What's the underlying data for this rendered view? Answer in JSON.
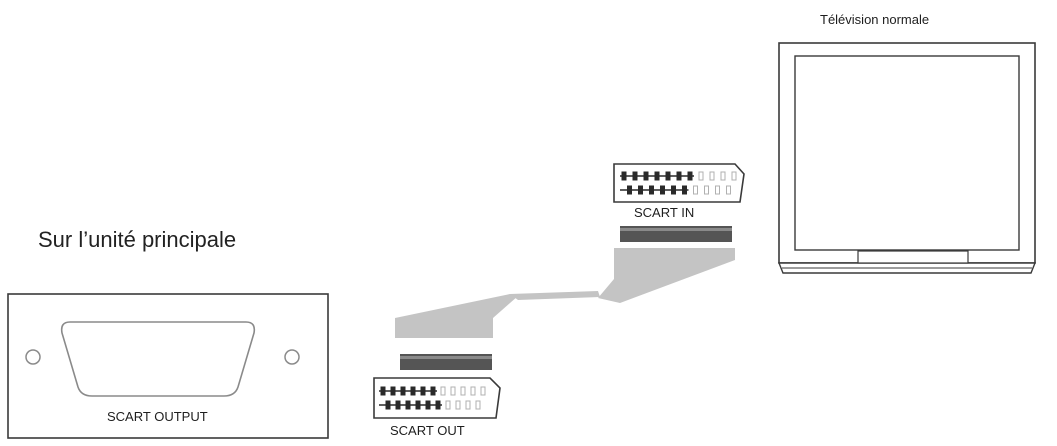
{
  "labels": {
    "tv": "Télévision normale",
    "unit": "Sur l’unité principale",
    "scart_in": "SCART IN",
    "scart_out": "SCART OUT",
    "scart_output": "SCART OUTPUT"
  },
  "colors": {
    "line": "#3a3a3a",
    "cable": "#c4c4c4",
    "plug_band": "#555555",
    "background": "#ffffff"
  }
}
